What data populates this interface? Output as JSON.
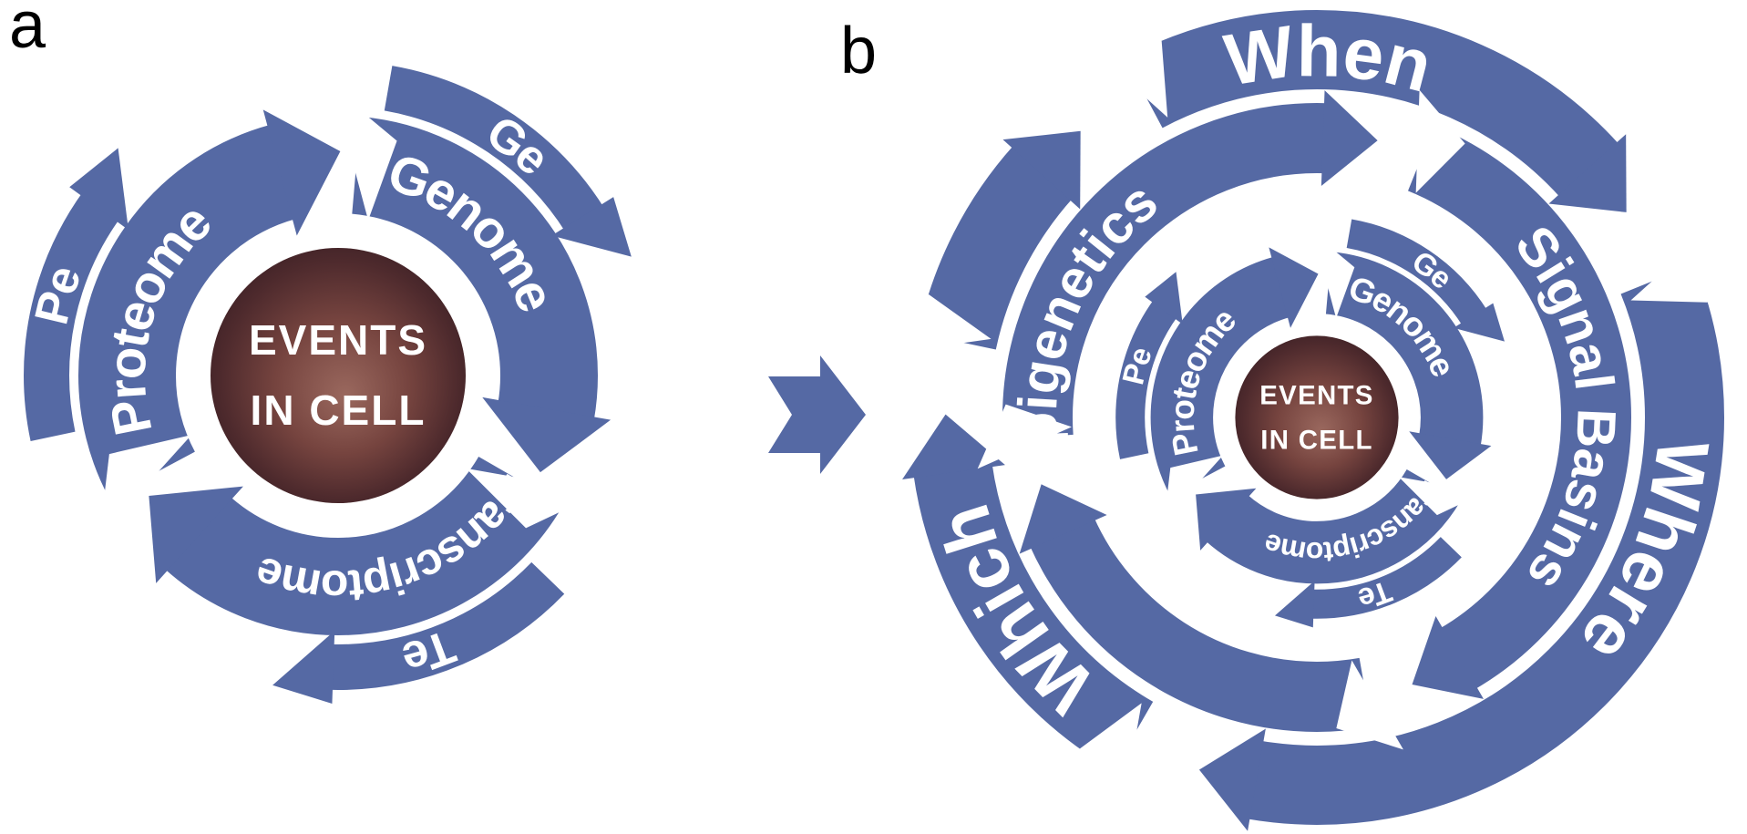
{
  "figure": {
    "panel_a_label": "a",
    "panel_b_label": "b"
  },
  "core": {
    "sphere_line1": "EVENTS",
    "sphere_line2": "IN CELL",
    "arc_labels": {
      "genome": "Genome",
      "transcriptome": "Transcriptome",
      "proteome": "Proteome"
    },
    "tail_labels": {
      "ge": "Ge",
      "te": "Te",
      "pe": "Pe"
    }
  },
  "panel_b": {
    "outer_ring": {
      "when": "When",
      "where": "Where",
      "which": "Which"
    },
    "middle_ring": {
      "signal_basins": "Signal Basins",
      "epigenetics": "Epigenetics"
    }
  },
  "colors": {
    "arrow_blue": "#5569a4",
    "sphere_edge": "#3a1f24",
    "sphere_highlight": "#9a685e",
    "ring_label_text": "#ffffff",
    "panel_label_text": "#000000"
  }
}
